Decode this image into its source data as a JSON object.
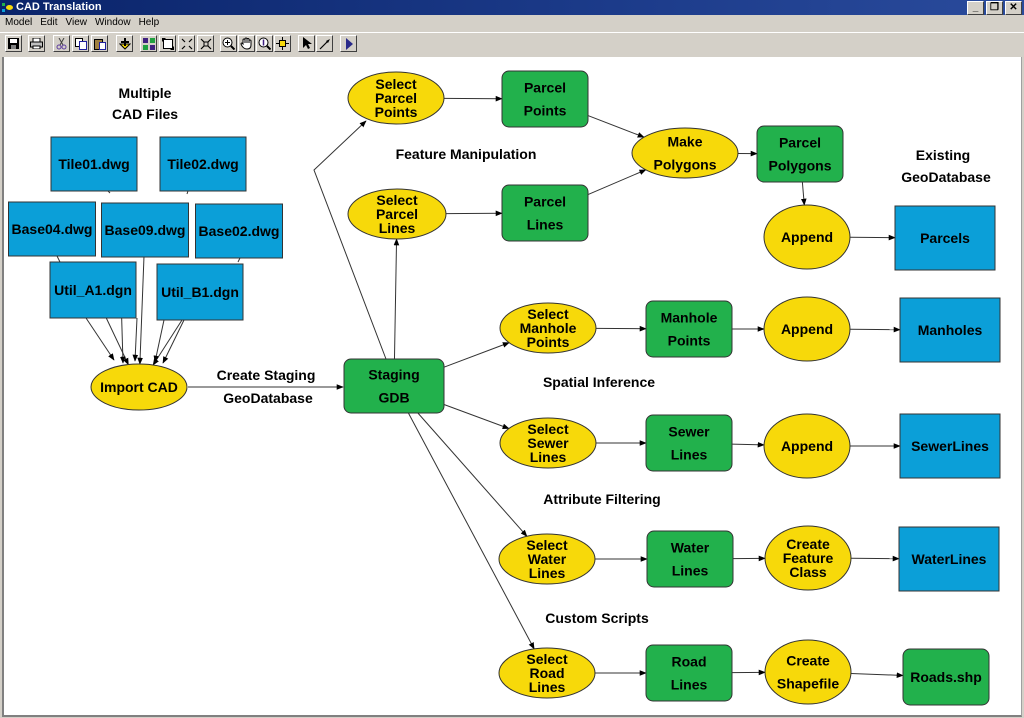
{
  "window": {
    "title": "CAD Translation",
    "controls": [
      "minimize",
      "restore",
      "close"
    ]
  },
  "menu": [
    "Model",
    "Edit",
    "View",
    "Window",
    "Help"
  ],
  "toolbar": [
    {
      "icon": "save-icon"
    },
    {
      "icon": "print-icon"
    },
    {
      "icon": "cut-icon"
    },
    {
      "icon": "copy-icon"
    },
    {
      "icon": "paste-icon"
    },
    {
      "icon": "add-data-icon"
    },
    {
      "icon": "auto-layout-icon"
    },
    {
      "icon": "full-extent-icon"
    },
    {
      "icon": "zoom-in-fixed-icon"
    },
    {
      "icon": "zoom-out-fixed-icon"
    },
    {
      "icon": "zoom-in-icon"
    },
    {
      "icon": "pan-icon"
    },
    {
      "icon": "zoom-icon"
    },
    {
      "icon": "connect-icon"
    },
    {
      "icon": "select-icon"
    },
    {
      "icon": "add-connection-icon"
    },
    {
      "icon": "run-icon"
    }
  ],
  "colors": {
    "input_data": "#0b9fd8",
    "process": "#f7d90a",
    "derived_data": "#22b14c",
    "border": "#333333"
  },
  "labels": {
    "multiple_cad_files": [
      "Multiple",
      "CAD Files"
    ],
    "create_staging": [
      "Create Staging",
      "GeoDatabase"
    ],
    "feature_manipulation": "Feature Manipulation",
    "existing_geodatabase": [
      "Existing",
      "GeoDatabase"
    ],
    "spatial_inference": "Spatial Inference",
    "attribute_filtering": "Attribute Filtering",
    "custom_scripts": "Custom Scripts"
  },
  "nodes": {
    "tile01": {
      "type": "input",
      "lines": [
        "Tile01.dwg"
      ]
    },
    "tile02": {
      "type": "input",
      "lines": [
        "Tile02.dwg"
      ]
    },
    "base04": {
      "type": "input",
      "lines": [
        "Base04.dwg"
      ]
    },
    "base09": {
      "type": "input",
      "lines": [
        "Base09.dwg"
      ]
    },
    "base02": {
      "type": "input",
      "lines": [
        "Base02.dwg"
      ]
    },
    "util_a1": {
      "type": "input",
      "lines": [
        "Util_A1.dgn"
      ]
    },
    "util_b1": {
      "type": "input",
      "lines": [
        "Util_B1.dgn"
      ]
    },
    "import_cad": {
      "type": "process",
      "lines": [
        "Import CAD"
      ]
    },
    "staging_gdb": {
      "type": "derived",
      "lines": [
        "Staging",
        "GDB"
      ]
    },
    "sel_parcel_points": {
      "type": "process",
      "lines": [
        "Select",
        "Parcel",
        "Points"
      ]
    },
    "sel_parcel_lines": {
      "type": "process",
      "lines": [
        "Select",
        "Parcel",
        "Lines"
      ]
    },
    "parcel_points": {
      "type": "derived",
      "lines": [
        "Parcel",
        "Points"
      ]
    },
    "parcel_lines": {
      "type": "derived",
      "lines": [
        "Parcel",
        "Lines"
      ]
    },
    "make_polygons": {
      "type": "process",
      "lines": [
        "Make",
        "Polygons"
      ]
    },
    "parcel_polygons": {
      "type": "derived",
      "lines": [
        "Parcel",
        "Polygons"
      ]
    },
    "append_parcels": {
      "type": "process",
      "lines": [
        "Append"
      ]
    },
    "parcels": {
      "type": "input",
      "lines": [
        "Parcels"
      ]
    },
    "sel_manhole_points": {
      "type": "process",
      "lines": [
        "Select",
        "Manhole",
        "Points"
      ]
    },
    "manhole_points": {
      "type": "derived",
      "lines": [
        "Manhole",
        "Points"
      ]
    },
    "append_manholes": {
      "type": "process",
      "lines": [
        "Append"
      ]
    },
    "manholes": {
      "type": "input",
      "lines": [
        "Manholes"
      ]
    },
    "sel_sewer_lines": {
      "type": "process",
      "lines": [
        "Select",
        "Sewer",
        "Lines"
      ]
    },
    "sewer_lines": {
      "type": "derived",
      "lines": [
        "Sewer",
        "Lines"
      ]
    },
    "append_sewer": {
      "type": "process",
      "lines": [
        "Append"
      ]
    },
    "sewerlines": {
      "type": "input",
      "lines": [
        "SewerLines"
      ]
    },
    "sel_water_lines": {
      "type": "process",
      "lines": [
        "Select",
        "Water",
        "Lines"
      ]
    },
    "water_lines": {
      "type": "derived",
      "lines": [
        "Water",
        "Lines"
      ]
    },
    "create_feature_class": {
      "type": "process",
      "lines": [
        "Create",
        "Feature",
        "Class"
      ]
    },
    "waterlines": {
      "type": "input",
      "lines": [
        "WaterLines"
      ]
    },
    "sel_road_lines": {
      "type": "process",
      "lines": [
        "Select",
        "Road",
        "Lines"
      ]
    },
    "road_lines": {
      "type": "derived",
      "lines": [
        "Road",
        "Lines"
      ]
    },
    "create_shapefile": {
      "type": "process",
      "lines": [
        "Create",
        "Shapefile"
      ]
    },
    "roads_shp": {
      "type": "derived",
      "lines": [
        "Roads.shp"
      ]
    }
  },
  "edges": [
    [
      "util_a1",
      "import_cad"
    ],
    [
      "base04",
      "import_cad"
    ],
    [
      "tile01",
      "import_cad"
    ],
    [
      "base09",
      "import_cad"
    ],
    [
      "tile02",
      "import_cad"
    ],
    [
      "base02",
      "import_cad"
    ],
    [
      "util_b1",
      "import_cad"
    ],
    [
      "import_cad",
      "staging_gdb"
    ],
    [
      "staging_gdb",
      "sel_parcel_points"
    ],
    [
      "staging_gdb",
      "sel_parcel_lines"
    ],
    [
      "staging_gdb",
      "sel_manhole_points"
    ],
    [
      "staging_gdb",
      "sel_sewer_lines"
    ],
    [
      "staging_gdb",
      "sel_water_lines"
    ],
    [
      "staging_gdb",
      "sel_road_lines"
    ],
    [
      "sel_parcel_points",
      "parcel_points"
    ],
    [
      "sel_parcel_lines",
      "parcel_lines"
    ],
    [
      "parcel_points",
      "make_polygons"
    ],
    [
      "parcel_lines",
      "make_polygons"
    ],
    [
      "make_polygons",
      "parcel_polygons"
    ],
    [
      "parcel_polygons",
      "append_parcels"
    ],
    [
      "append_parcels",
      "parcels"
    ],
    [
      "sel_manhole_points",
      "manhole_points"
    ],
    [
      "manhole_points",
      "append_manholes"
    ],
    [
      "append_manholes",
      "manholes"
    ],
    [
      "sel_sewer_lines",
      "sewer_lines"
    ],
    [
      "sewer_lines",
      "append_sewer"
    ],
    [
      "append_sewer",
      "sewerlines"
    ],
    [
      "sel_water_lines",
      "water_lines"
    ],
    [
      "water_lines",
      "create_feature_class"
    ],
    [
      "create_feature_class",
      "waterlines"
    ],
    [
      "sel_road_lines",
      "road_lines"
    ],
    [
      "road_lines",
      "create_shapefile"
    ],
    [
      "create_shapefile",
      "roads_shp"
    ]
  ]
}
